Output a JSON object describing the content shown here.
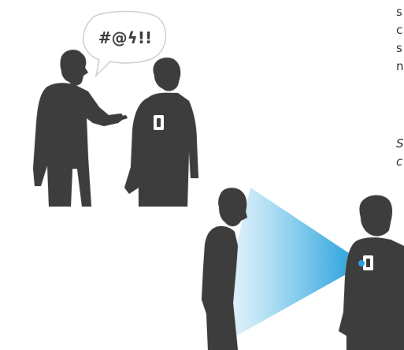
{
  "scene": {
    "speech_bubble_text": "#@ϟ!!"
  },
  "side_text": {
    "body_lines": [
      "s",
      "c",
      "s",
      "n"
    ],
    "italic_lines": [
      "S",
      "c"
    ]
  },
  "colors": {
    "silhouette": "#3d3d3d",
    "badge": "#ffffff",
    "beam_start": "#3aa9dc",
    "beam_end": "#e6f5fc",
    "bubble_fill": "#ffffff",
    "bubble_stroke": "#cfcfcf",
    "text": "#333333"
  },
  "icons": [
    "speech-bubble-icon",
    "id-badge-icon",
    "camera-lens-icon"
  ]
}
